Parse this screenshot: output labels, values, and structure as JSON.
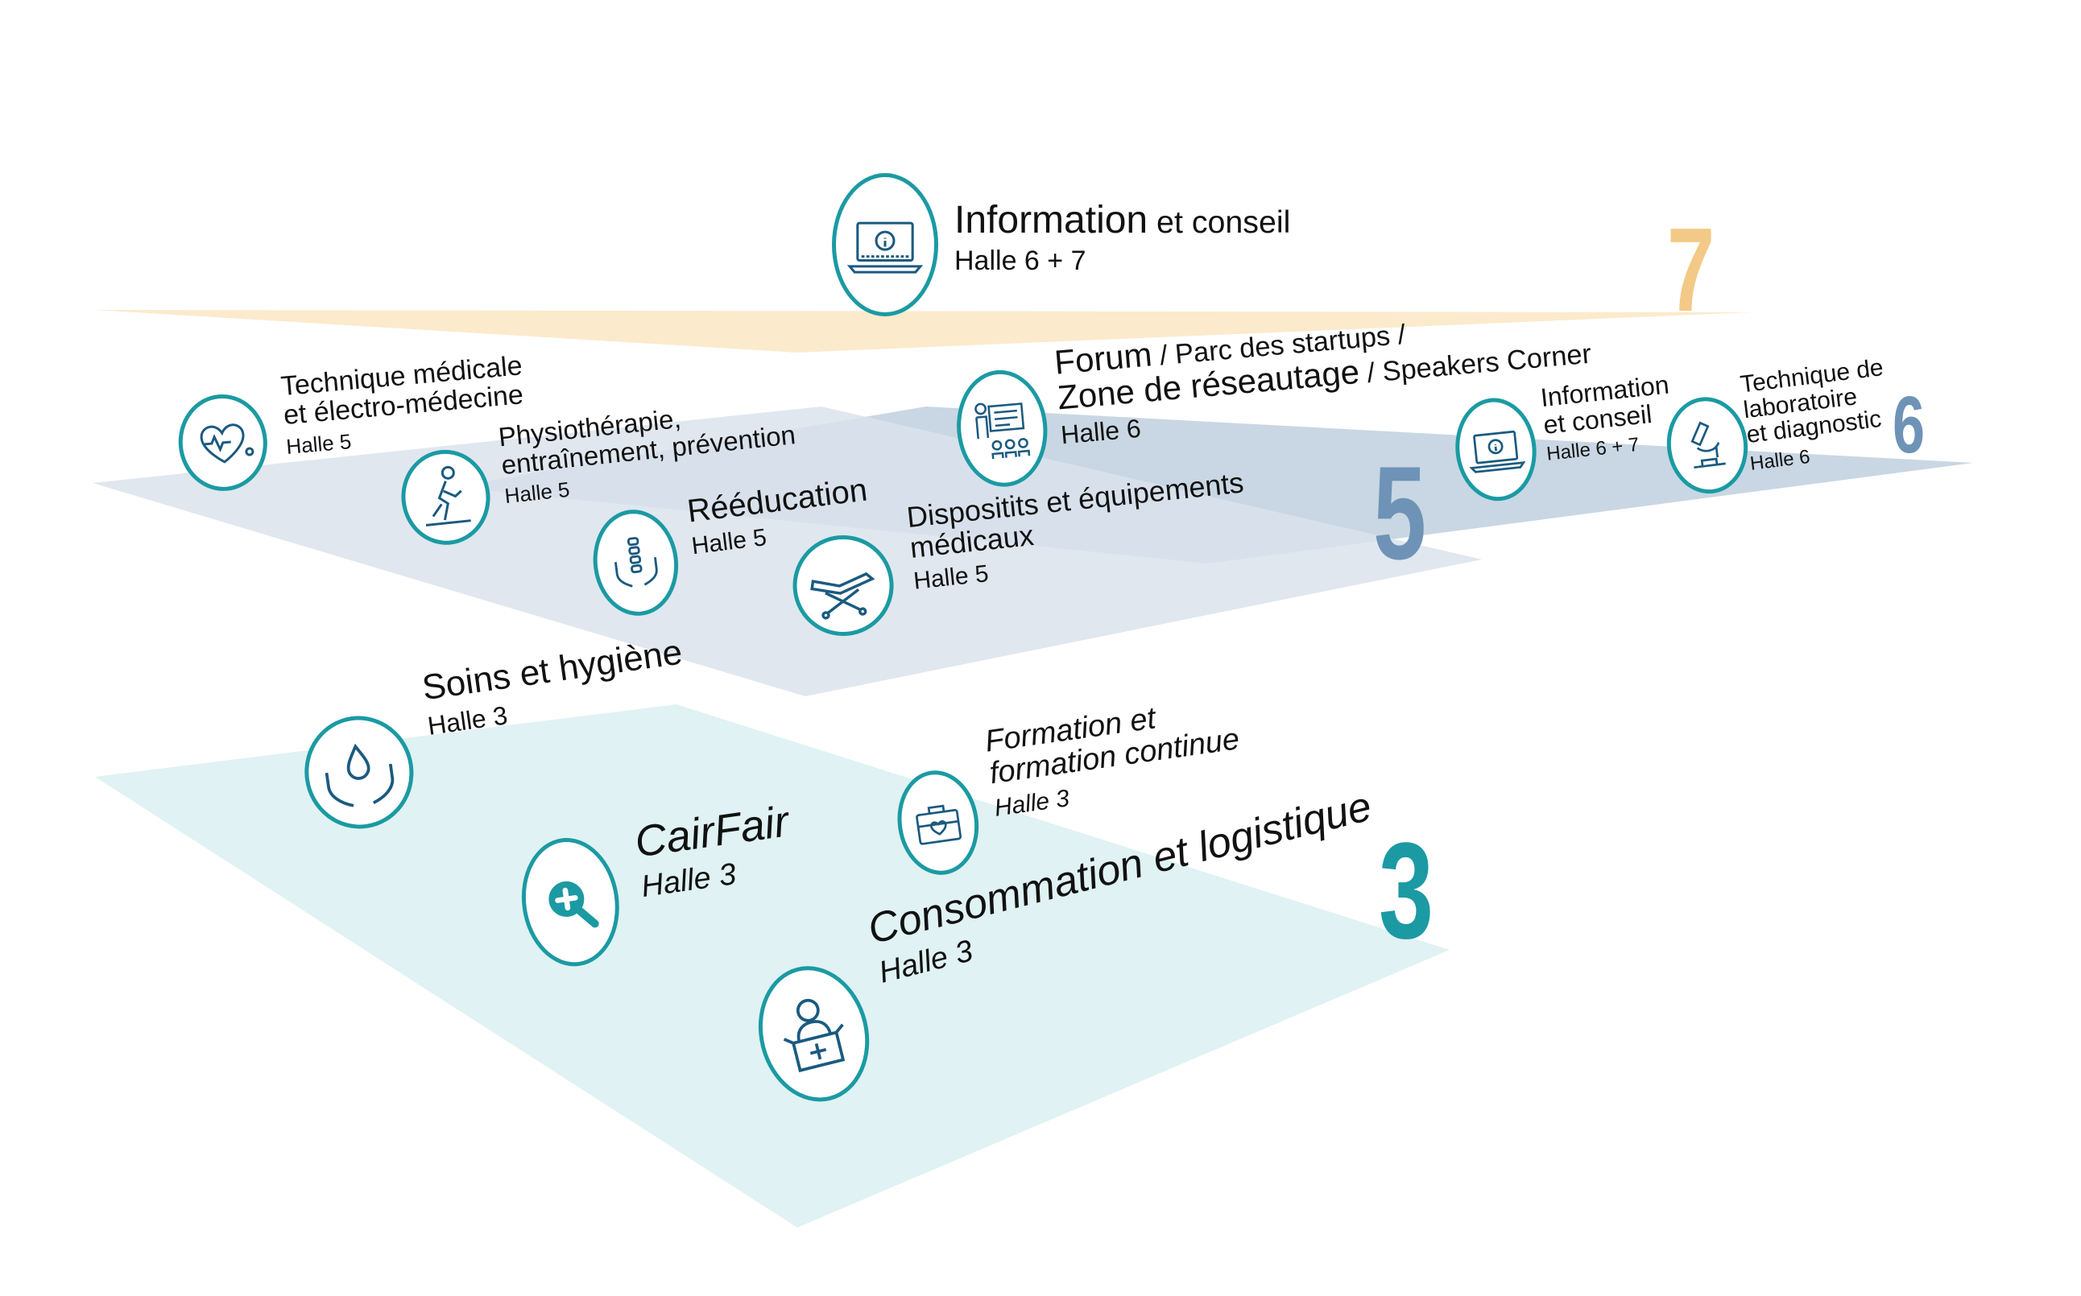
{
  "levels": {
    "l7": {
      "number": "7",
      "color": "#f3c987"
    },
    "l6": {
      "number": "6",
      "color": "#6e93b6"
    },
    "l5": {
      "number": "5",
      "color": "#6e93b6"
    },
    "l3": {
      "number": "3",
      "color": "#1b9aa3"
    }
  },
  "colors": {
    "accent": "#1b9aa3",
    "floor7": "#fbe6c3",
    "floor6": "#c2d3e0",
    "floor5": "#dbe3ec",
    "floor3": "#e0f2f3"
  },
  "halls": {
    "info_top": {
      "title": "Information",
      "title_sub": " et conseil",
      "hall": "Halle 6 + 7",
      "icon": "info-laptop-icon"
    },
    "forum": {
      "title_l1": "Forum",
      "title_l1_sub": " / Parc des startups /",
      "title_l2": "Zone de réseautage",
      "title_l2_sub": " / Speakers Corner",
      "hall": "Halle 6",
      "icon": "presentation-icon"
    },
    "info_6": {
      "title_l1": "Information",
      "title_l2": "et conseil",
      "hall": "Halle 6 + 7",
      "icon": "info-laptop-icon"
    },
    "lab": {
      "title_l1": "Technique de",
      "title_l2": "laboratoire",
      "title_l3": "et diagnostic",
      "hall": "Halle 6",
      "icon": "microscope-icon"
    },
    "tech_med": {
      "title_l1": "Technique médicale",
      "title_l2": "et électro-médecine",
      "hall": "Halle 5",
      "icon": "stethoscope-heart-icon"
    },
    "physio": {
      "title_l1": "Physiothérapie,",
      "title_l2": "entraînement, prévention",
      "hall": "Halle 5",
      "icon": "walking-person-icon"
    },
    "reeducation": {
      "title": "Rééducation",
      "hall": "Halle 5",
      "icon": "spine-hands-icon"
    },
    "dispositifs": {
      "title_l1": "Dispositits et équipements",
      "title_l2": "médicaux",
      "hall": "Halle 5",
      "icon": "stretcher-icon"
    },
    "soins": {
      "title": "Soins et hygiène",
      "hall": "Halle 3",
      "icon": "water-drop-hands-icon"
    },
    "cairfair": {
      "title": "CairFair",
      "hall": "Halle 3",
      "icon": "magnifier-plus-icon"
    },
    "formation": {
      "title_l1": "Formation et",
      "title_l2": "formation continue",
      "hall": "Halle 3",
      "icon": "medical-bag-icon"
    },
    "consommation": {
      "title": "Consommation et logistique",
      "hall": "Halle 3",
      "icon": "person-medical-box-icon"
    }
  }
}
